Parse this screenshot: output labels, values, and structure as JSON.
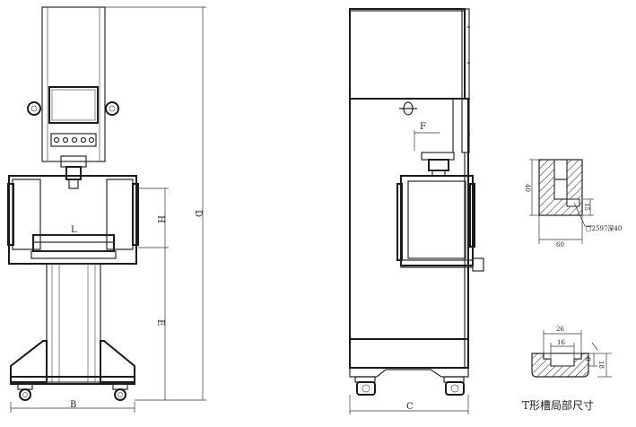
{
  "front_view": {
    "dim_b": "B",
    "dim_d": "D",
    "dim_h": "H",
    "dim_e": "E",
    "dim_l": "L"
  },
  "side_view": {
    "dim_c": "C",
    "dim_f": "F"
  },
  "detail_top": {
    "dim_height": "40",
    "dim_width": "60",
    "dim_hole_depth": "15",
    "dim_thread": "□2597深40"
  },
  "detail_tslot": {
    "dim_outer": "26",
    "dim_inner": "16",
    "dim_depth": "8",
    "dim_total": "18",
    "caption": "T形槽局部尺寸"
  }
}
